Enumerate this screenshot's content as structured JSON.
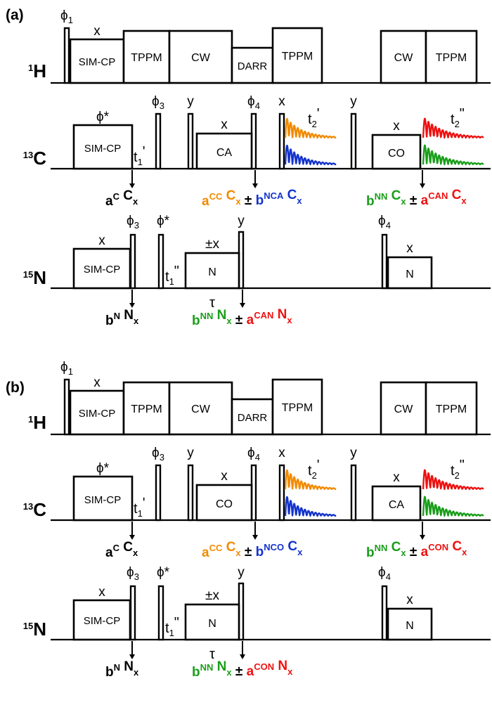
{
  "figure": {
    "type": "nmr-pulse-sequence-diagram",
    "panels": [
      "(a)",
      "(b)"
    ],
    "colors": {
      "black": "#000000",
      "orange": "#F28A00",
      "blue": "#1433CC",
      "red": "#EE1111",
      "green": "#1A9E1A"
    }
  },
  "panel_a": {
    "tag": "(a)",
    "channels": [
      {
        "name": "proton",
        "label_sup": "1",
        "label_el": "H",
        "pulse": {
          "phase": "ϕ",
          "phase_sub": "1"
        },
        "blocks": [
          {
            "label": "SIM-CP",
            "phase": "x"
          },
          {
            "label": "TPPM",
            "phase": ""
          },
          {
            "label": "CW",
            "phase": ""
          },
          {
            "label": "DARR",
            "phase": ""
          },
          {
            "label": "TPPM",
            "phase": ""
          },
          {
            "label": "CW",
            "phase": ""
          },
          {
            "label": "TPPM",
            "phase": ""
          }
        ]
      },
      {
        "name": "carbon",
        "label_sup": "13",
        "label_el": "C",
        "blocks": [
          {
            "label": "SIM-CP",
            "phase": "ϕ*"
          },
          {
            "label": "CA",
            "phase": "x"
          },
          {
            "label": "CO",
            "phase": "x"
          }
        ],
        "pulses": [
          {
            "phase": "ϕ",
            "phase_sub": "3"
          },
          {
            "phase": "y",
            "phase_sub": ""
          },
          {
            "phase": "ϕ",
            "phase_sub": "4"
          },
          {
            "phase": "x",
            "phase_sub": ""
          },
          {
            "phase": "y",
            "phase_sub": ""
          }
        ],
        "times": [
          {
            "sym": "t",
            "sub": "1",
            "prime": "'"
          },
          {
            "sym": "t",
            "sub": "2",
            "prime": "'"
          },
          {
            "sym": "t",
            "sub": "2",
            "prime": "\""
          }
        ],
        "fids": [
          {
            "color_key": "orange",
            "label": "t2'"
          },
          {
            "color_key": "blue",
            "label": "t2'"
          },
          {
            "color_key": "red",
            "label": "t2\""
          },
          {
            "color_key": "green",
            "label": "t2\""
          }
        ],
        "terms": [
          {
            "id": "c-term-1",
            "parts": [
              {
                "text": "a",
                "sup": "C",
                "color_key": "black"
              },
              {
                "text": "C",
                "sub": "x",
                "color_key": "black"
              }
            ]
          },
          {
            "id": "c-term-2",
            "parts": [
              {
                "text": "a",
                "sup": "CC",
                "color_key": "orange"
              },
              {
                "text": "C",
                "sub": "x",
                "color_key": "orange"
              },
              {
                "text": "±",
                "color_key": "black"
              },
              {
                "text": "b",
                "sup": "NCA",
                "color_key": "blue"
              },
              {
                "text": "C",
                "sub": "x",
                "color_key": "blue"
              }
            ]
          },
          {
            "id": "c-term-3",
            "parts": [
              {
                "text": "b",
                "sup": "NN",
                "color_key": "green"
              },
              {
                "text": "C",
                "sub": "x",
                "color_key": "green"
              },
              {
                "text": "±",
                "color_key": "black"
              },
              {
                "text": "a",
                "sup": "CAN",
                "color_key": "red"
              },
              {
                "text": "C",
                "sub": "x",
                "color_key": "red"
              }
            ]
          }
        ]
      },
      {
        "name": "nitrogen",
        "label_sup": "15",
        "label_el": "N",
        "blocks": [
          {
            "label": "SIM-CP",
            "phase": "x"
          },
          {
            "label": "N",
            "phase": "±x"
          },
          {
            "label": "N",
            "phase": "x"
          }
        ],
        "pulses": [
          {
            "phase": "ϕ",
            "phase_sub": "3"
          },
          {
            "phase": "ϕ*",
            "phase_sub": ""
          },
          {
            "phase": "y",
            "phase_sub": ""
          },
          {
            "phase": "ϕ",
            "phase_sub": "4"
          }
        ],
        "times": [
          {
            "sym": "t",
            "sub": "1",
            "prime": "\""
          }
        ],
        "tau": "τ",
        "terms": [
          {
            "id": "n-term-1",
            "parts": [
              {
                "text": "b",
                "sup": "N",
                "color_key": "black"
              },
              {
                "text": "N",
                "sub": "x",
                "color_key": "black"
              }
            ]
          },
          {
            "id": "n-term-2",
            "parts": [
              {
                "text": "b",
                "sup": "NN",
                "color_key": "green"
              },
              {
                "text": "N",
                "sub": "x",
                "color_key": "green"
              },
              {
                "text": "±",
                "color_key": "black"
              },
              {
                "text": "a",
                "sup": "CAN",
                "color_key": "red"
              },
              {
                "text": "N",
                "sub": "x",
                "color_key": "red"
              }
            ]
          }
        ]
      }
    ]
  },
  "panel_b": {
    "tag": "(b)",
    "channels": [
      {
        "name": "proton",
        "label_sup": "1",
        "label_el": "H",
        "pulse": {
          "phase": "ϕ",
          "phase_sub": "1"
        },
        "blocks": [
          {
            "label": "SIM-CP",
            "phase": "x"
          },
          {
            "label": "TPPM",
            "phase": ""
          },
          {
            "label": "CW",
            "phase": ""
          },
          {
            "label": "DARR",
            "phase": ""
          },
          {
            "label": "TPPM",
            "phase": ""
          },
          {
            "label": "CW",
            "phase": ""
          },
          {
            "label": "TPPM",
            "phase": ""
          }
        ]
      },
      {
        "name": "carbon",
        "label_sup": "13",
        "label_el": "C",
        "blocks": [
          {
            "label": "SIM-CP",
            "phase": "ϕ*"
          },
          {
            "label": "CO",
            "phase": "x"
          },
          {
            "label": "CA",
            "phase": "x"
          }
        ],
        "pulses": [
          {
            "phase": "ϕ",
            "phase_sub": "3"
          },
          {
            "phase": "y",
            "phase_sub": ""
          },
          {
            "phase": "ϕ",
            "phase_sub": "4"
          },
          {
            "phase": "x",
            "phase_sub": ""
          },
          {
            "phase": "y",
            "phase_sub": ""
          }
        ],
        "times": [
          {
            "sym": "t",
            "sub": "1",
            "prime": "'"
          },
          {
            "sym": "t",
            "sub": "2",
            "prime": "'"
          },
          {
            "sym": "t",
            "sub": "2",
            "prime": "\""
          }
        ],
        "fids": [
          {
            "color_key": "orange",
            "label": "t2'"
          },
          {
            "color_key": "blue",
            "label": "t2'"
          },
          {
            "color_key": "red",
            "label": "t2\""
          },
          {
            "color_key": "green",
            "label": "t2\""
          }
        ],
        "terms": [
          {
            "id": "c-term-1",
            "parts": [
              {
                "text": "a",
                "sup": "C",
                "color_key": "black"
              },
              {
                "text": "C",
                "sub": "x",
                "color_key": "black"
              }
            ]
          },
          {
            "id": "c-term-2",
            "parts": [
              {
                "text": "a",
                "sup": "CC",
                "color_key": "orange"
              },
              {
                "text": "C",
                "sub": "x",
                "color_key": "orange"
              },
              {
                "text": "±",
                "color_key": "black"
              },
              {
                "text": "b",
                "sup": "NCO",
                "color_key": "blue"
              },
              {
                "text": "C",
                "sub": "x",
                "color_key": "blue"
              }
            ]
          },
          {
            "id": "c-term-3",
            "parts": [
              {
                "text": "b",
                "sup": "NN",
                "color_key": "green"
              },
              {
                "text": "C",
                "sub": "x",
                "color_key": "green"
              },
              {
                "text": "±",
                "color_key": "black"
              },
              {
                "text": "a",
                "sup": "CON",
                "color_key": "red"
              },
              {
                "text": "C",
                "sub": "x",
                "color_key": "red"
              }
            ]
          }
        ]
      },
      {
        "name": "nitrogen",
        "label_sup": "15",
        "label_el": "N",
        "blocks": [
          {
            "label": "SIM-CP",
            "phase": "x"
          },
          {
            "label": "N",
            "phase": "±x"
          },
          {
            "label": "N",
            "phase": "x"
          }
        ],
        "pulses": [
          {
            "phase": "ϕ",
            "phase_sub": "3"
          },
          {
            "phase": "ϕ*",
            "phase_sub": ""
          },
          {
            "phase": "y",
            "phase_sub": ""
          },
          {
            "phase": "ϕ",
            "phase_sub": "4"
          }
        ],
        "times": [
          {
            "sym": "t",
            "sub": "1",
            "prime": "\""
          }
        ],
        "tau": "τ",
        "terms": [
          {
            "id": "n-term-1",
            "parts": [
              {
                "text": "b",
                "sup": "N",
                "color_key": "black"
              },
              {
                "text": "N",
                "sub": "x",
                "color_key": "black"
              }
            ]
          },
          {
            "id": "n-term-2",
            "parts": [
              {
                "text": "b",
                "sup": "NN",
                "color_key": "green"
              },
              {
                "text": "N",
                "sub": "x",
                "color_key": "green"
              },
              {
                "text": "±",
                "color_key": "black"
              },
              {
                "text": "a",
                "sup": "CON",
                "color_key": "red"
              },
              {
                "text": "N",
                "sub": "x",
                "color_key": "red"
              }
            ]
          }
        ]
      }
    ]
  }
}
